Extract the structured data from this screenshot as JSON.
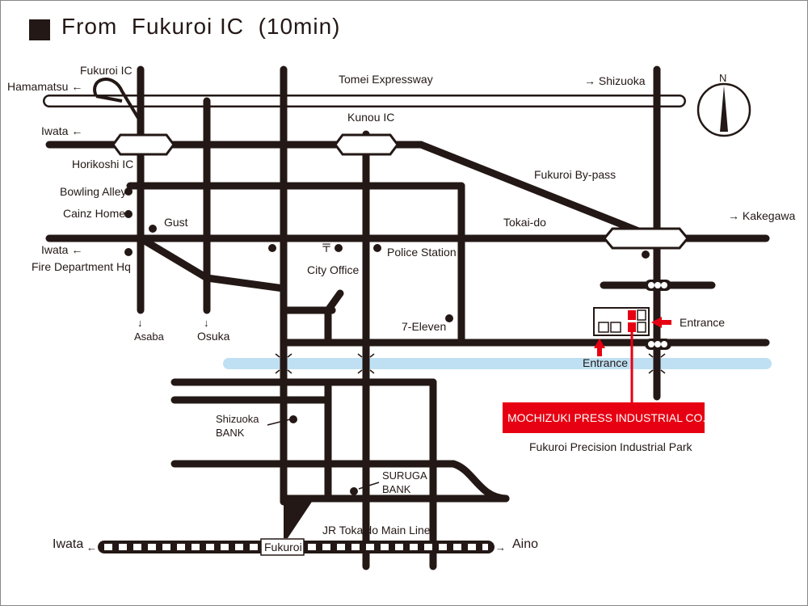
{
  "title": "From  Fukuroi IC  (10min)",
  "north_label": "N",
  "roads": {
    "expressway": "Tomei Expressway",
    "bypass": "Fukuroi By-pass",
    "tokaido": "Tokai-do",
    "railway": "JR Tokaido Main Line"
  },
  "directions": {
    "hamamatsu": "Hamamatsu ←",
    "shizuoka": "→ Shizuoka",
    "iwata_top": "Iwata ←",
    "iwata_mid": "Iwata ←",
    "kakegawa": "→ Kakegawa",
    "asaba": "Asaba",
    "osuka": "Osuka",
    "iwata_rail": "Iwata",
    "aino": "Aino",
    "down_arrow": "↓"
  },
  "interchanges": {
    "fukuroi_ic": "Fukuroi IC",
    "horikoshi_ic": "Horikoshi IC",
    "kunou_ic": "Kunou IC"
  },
  "landmarks": {
    "bowling": "Bowling Alley",
    "cainz": "Cainz Home",
    "gust": "Gust",
    "fire": "Fire Department Hq",
    "city_office": "City Office",
    "police": "Police Station",
    "seven_eleven": "7-Eleven",
    "shizuoka_bank_1": "Shizuoka",
    "shizuoka_bank_2": "BANK",
    "suruga_bank_1": "SURUGA",
    "suruga_bank_2": "BANK",
    "station": "Fukuroi",
    "post_symbol": "〒"
  },
  "company": {
    "name": "MOCHIZUKI PRESS INDUSTRIAL CO.,LTD.",
    "park": "Fukuroi Precision Industrial Park",
    "entrance_east": "Entrance",
    "entrance_south": "Entrance"
  },
  "colors": {
    "road": "#231815",
    "river": "#bfe0f3",
    "accent": "#e60012"
  }
}
